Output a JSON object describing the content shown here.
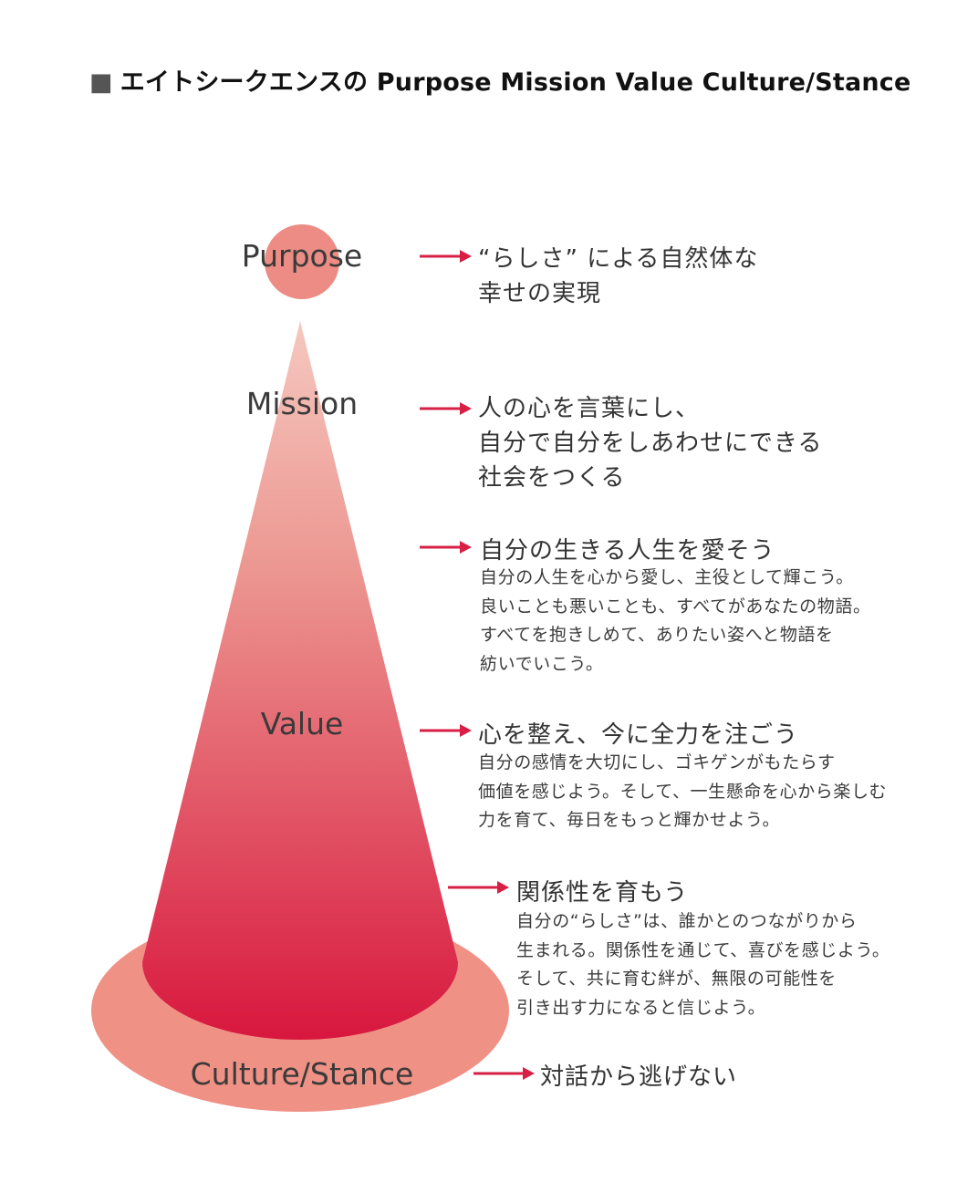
{
  "title": "エイトシークエンスの Purpose Mission Value Culture/Stance",
  "title_marker": "■",
  "colors": {
    "accent": "#d81f45",
    "circle": "#ec8c84",
    "base_ellipse": "#ef9185",
    "cone_top": "#f4c0b6",
    "cone_bottom": "#d8173e"
  },
  "levels": {
    "purpose": {
      "label": "Purpose",
      "lines": [
        "“らしさ” による自然体な",
        "幸せの実現"
      ]
    },
    "mission": {
      "label": "Mission",
      "lines": [
        "人の心を言葉にし、",
        "自分で自分をしあわせにできる",
        "社会をつくる"
      ]
    },
    "value": {
      "label": "Value",
      "items": [
        {
          "heading": "自分の生きる人生を愛そう",
          "lines": [
            "自分の人生を心から愛し、主役として輝こう。",
            "良いことも悪いことも、すべてがあなたの物語。",
            "すべてを抱きしめて、ありたい姿へと物語を",
            "紡いでいこう。"
          ]
        },
        {
          "heading": "心を整え、今に全力を注ごう",
          "lines": [
            "自分の感情を大切にし、ゴキゲンがもたらす",
            "価値を感じよう。そして、一生懸命を心から楽しむ",
            "力を育て、毎日をもっと輝かせよう。"
          ]
        },
        {
          "heading": "関係性を育もう",
          "lines": [
            "自分の“らしさ”は、誰かとのつながりから",
            "生まれる。関係性を通じて、喜びを感じよう。",
            "そして、共に育む絆が、無限の可能性を",
            "引き出す力になると信じよう。"
          ]
        }
      ]
    },
    "culture": {
      "label": "Culture/Stance",
      "heading": "対話から逃げない"
    }
  }
}
